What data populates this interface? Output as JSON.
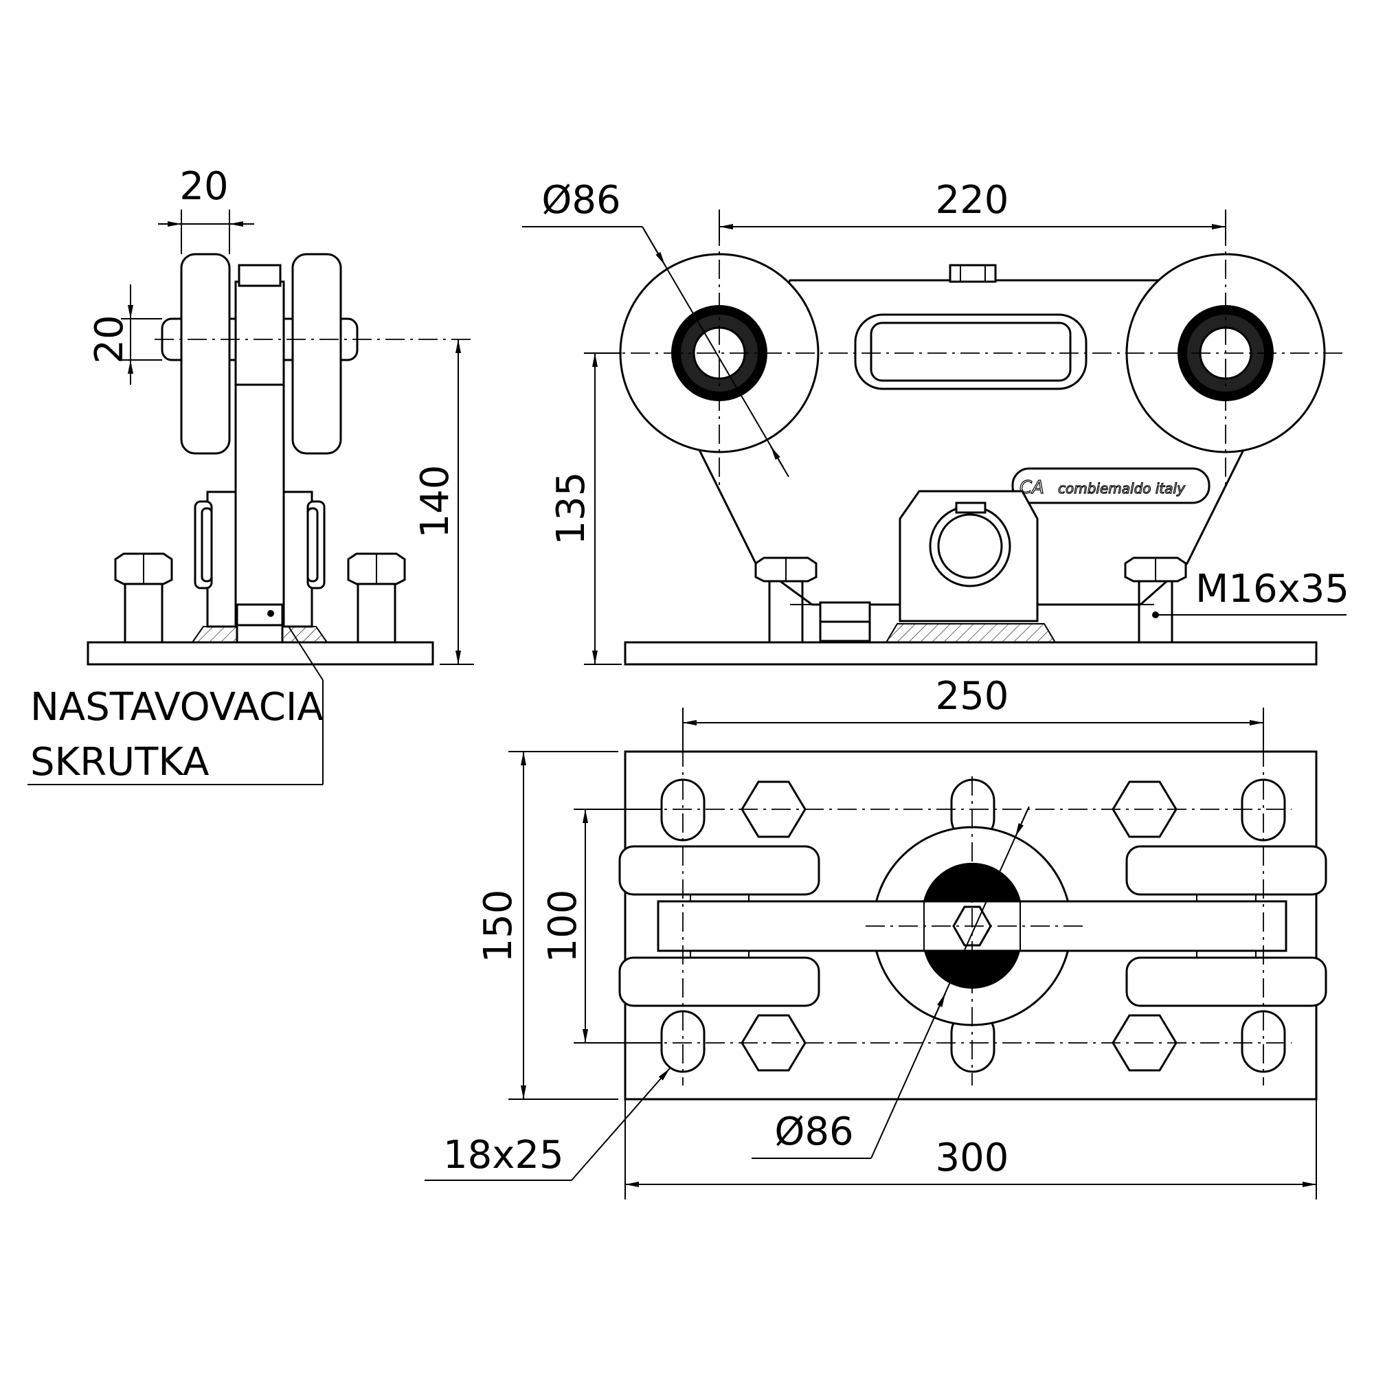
{
  "dimensions": {
    "side_wheel_width": "20",
    "side_axle_diameter": "20",
    "side_height": "140",
    "front_wheel_diameter": "Ø86",
    "front_wheel_spacing": "220",
    "front_axle_height": "135",
    "front_bolt": "M16x35",
    "top_slot_spacing": "250",
    "top_plate_width": "150",
    "top_slot_pitch": "100",
    "top_slot_size": "18x25",
    "top_wheel_diameter": "Ø86",
    "top_plate_length": "300"
  },
  "notes": {
    "adjust_screw_line1": "NASTAVOVACIA",
    "adjust_screw_line2": "SKRUTKA"
  },
  "logo": {
    "mark": "CA",
    "text": "combiemaldo italy"
  }
}
